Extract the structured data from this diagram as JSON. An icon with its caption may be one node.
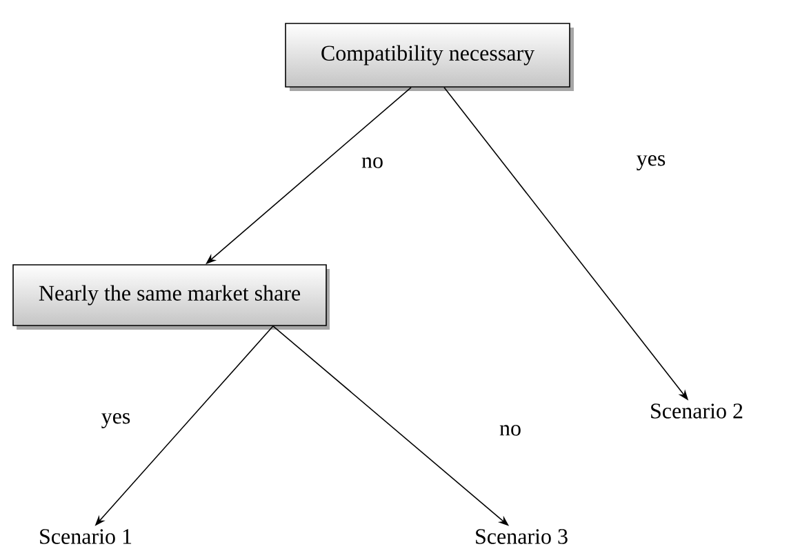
{
  "diagram": {
    "nodes": [
      {
        "text": [
          "Compatibility necessary"
        ]
      },
      {
        "text": [
          "Nearly the same market share"
        ]
      },
      {
        "text": [
          "Scenario 2"
        ]
      },
      {
        "text": [
          "Scenario 1"
        ]
      },
      {
        "text": [
          "Scenario 3"
        ]
      }
    ],
    "edges": [
      {
        "from": 0,
        "to": 1,
        "arrow": "to",
        "label": "no"
      },
      {
        "from": 0,
        "to": 2,
        "arrow": "to",
        "label": "yes"
      },
      {
        "from": 1,
        "to": 3,
        "arrow": "to",
        "label": "yes"
      },
      {
        "from": 1,
        "to": 4,
        "arrow": "to",
        "label": "no"
      }
    ]
  }
}
